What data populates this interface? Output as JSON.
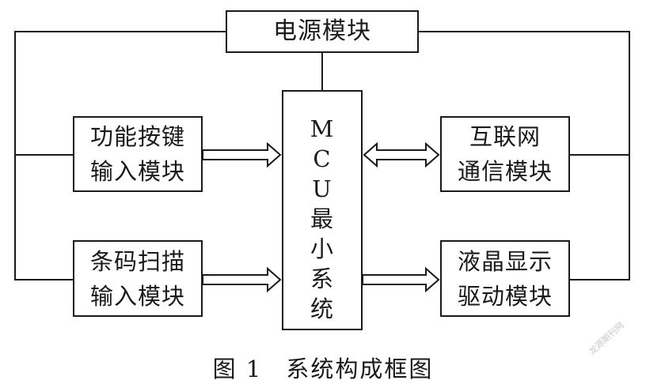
{
  "diagram": {
    "power": "电源模块",
    "keys": [
      "功能按键",
      "输入模块"
    ],
    "scan": [
      "条码扫描",
      "输入模块"
    ],
    "mcu_letters": [
      "M",
      "C",
      "U"
    ],
    "mcu_chars": [
      "最",
      "小",
      "系",
      "统"
    ],
    "net": [
      "互联网",
      "通信模块"
    ],
    "lcd": [
      "液晶显示",
      "驱动模块"
    ]
  },
  "caption": {
    "figure_no": "图 1",
    "title": "系统构成框图"
  },
  "watermark": "龙源期刊网"
}
